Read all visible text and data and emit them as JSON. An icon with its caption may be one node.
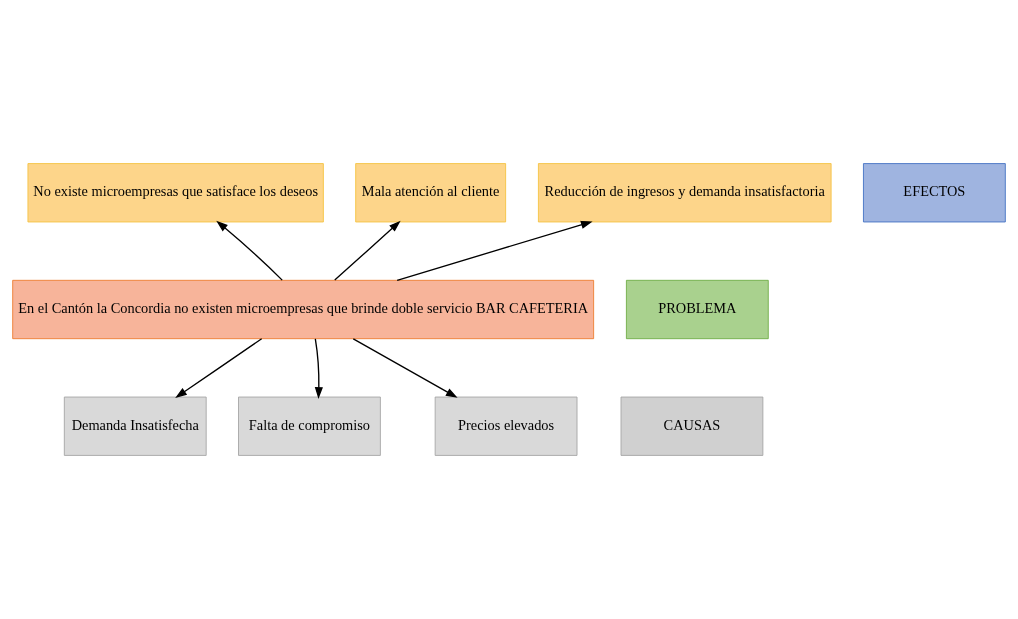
{
  "diagram": {
    "nodes": [
      {
        "text": [
          "No existe microempresas que satisface los deseos"
        ]
      },
      {
        "text": [
          "Mala atención al cliente"
        ]
      },
      {
        "text": [
          "Reducción de ingresos y demanda insatisfactoria"
        ]
      },
      {
        "text": [
          "EFECTOS"
        ]
      },
      {
        "text": [
          "En el Cantón la Concordia no existen microempresas que brinde doble servicio BAR CAFETERIA"
        ]
      },
      {
        "text": [
          "PROBLEMA"
        ]
      },
      {
        "text": [
          "CAUSAS"
        ]
      },
      {
        "text": [
          "Demanda Insatisfecha"
        ]
      },
      {
        "text": [
          "Falta de compromiso"
        ]
      },
      {
        "text": [
          "Precios elevados"
        ]
      }
    ],
    "edges": [
      {
        "from": 4,
        "to": 0,
        "arrow": "to"
      },
      {
        "from": 4,
        "to": 1,
        "arrow": "to"
      },
      {
        "from": 4,
        "to": 2,
        "arrow": "to"
      },
      {
        "from": 4,
        "to": 7,
        "arrow": "to"
      },
      {
        "from": 4,
        "to": 8,
        "arrow": "to"
      },
      {
        "from": 4,
        "to": 9,
        "arrow": "to"
      }
    ]
  }
}
